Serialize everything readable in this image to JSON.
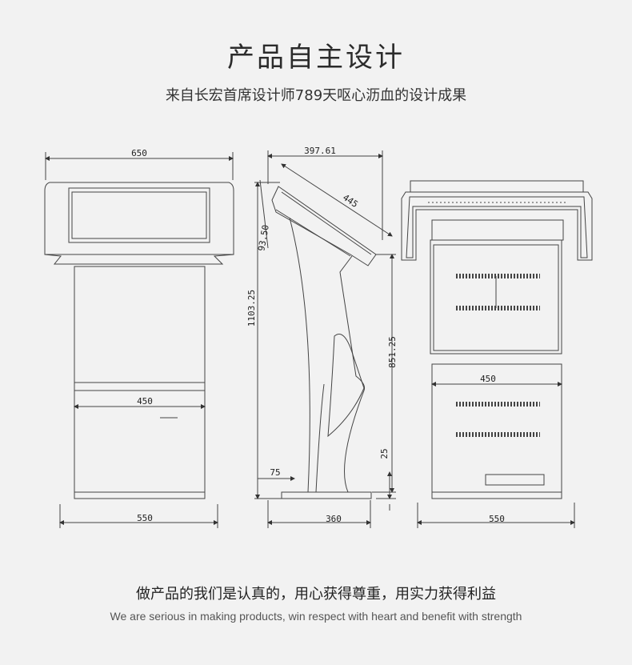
{
  "header": {
    "title": "产品自主设计",
    "subtitle": "来自长宏首席设计师789天呕心沥血的设计成果"
  },
  "front_view": {
    "top_width": "650",
    "inner_width": "450",
    "base_width": "550"
  },
  "side_view": {
    "top_depth": "397.61",
    "screen_length": "445",
    "tilt": "93.50",
    "total_height": "1103.25",
    "lower_height": "851.25",
    "foot_height": "25",
    "toe": "75",
    "base_depth": "360"
  },
  "back_view": {
    "inner_width": "450",
    "base_width": "550"
  },
  "footer": {
    "slogan": "做产品的我们是认真的，用心获得尊重，用实力获得利益",
    "tagline": "We are serious in making products, win respect with heart and benefit with strength"
  },
  "colors": {
    "background": "#f2f2f2",
    "line": "#333333"
  }
}
